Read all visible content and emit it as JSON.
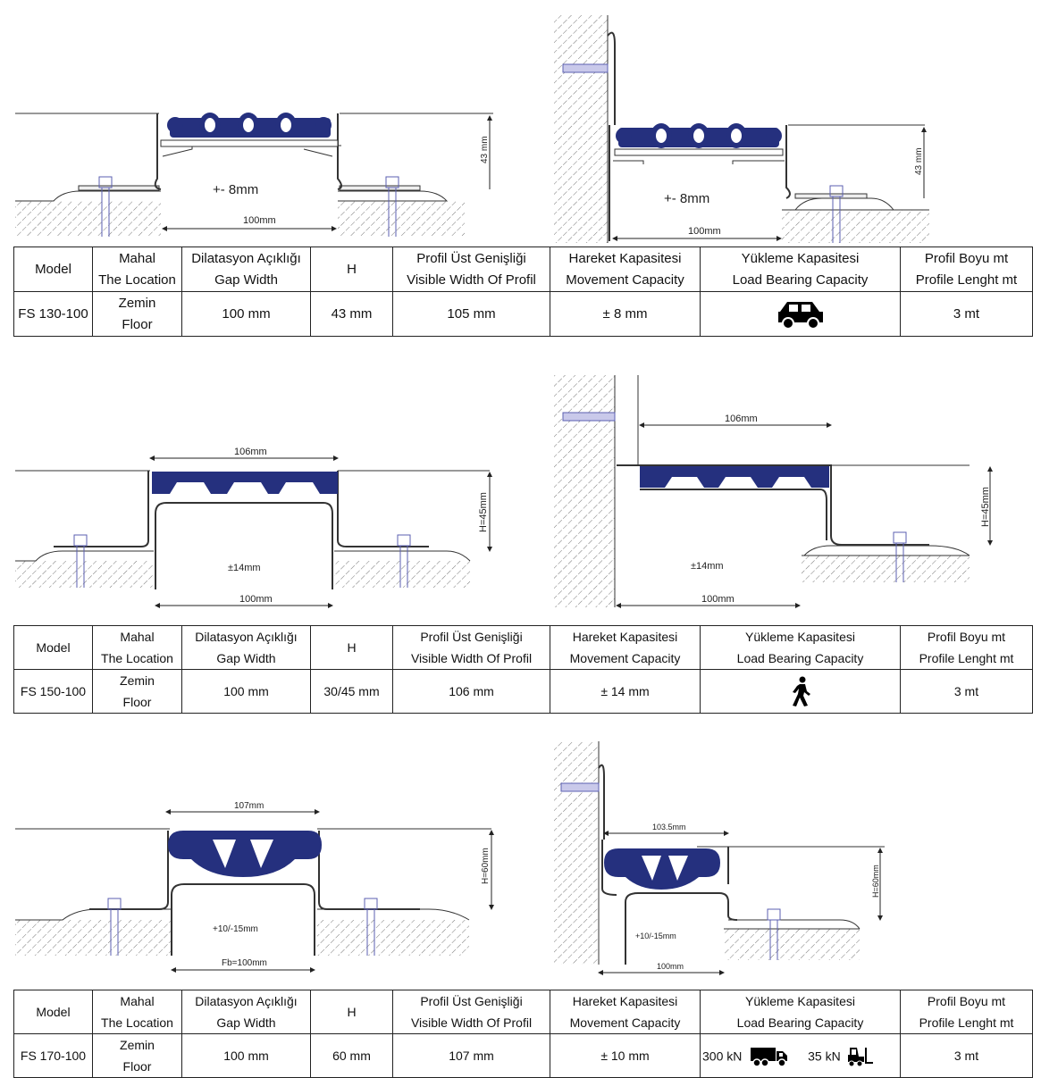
{
  "headers": {
    "model": "Model",
    "location": [
      "Mahal",
      "The Location"
    ],
    "gap": [
      "Dilatasyon Açıklığı",
      "Gap Width"
    ],
    "h": "H",
    "visible": [
      "Profil Üst Genişliği",
      "Visible Width Of Profil"
    ],
    "movement": [
      "Hareket Kapasitesi",
      "Movement Capacity"
    ],
    "load": [
      "Yükleme Kapasitesi",
      "Load Bearing Capacity"
    ],
    "length": [
      "Profil Boyu mt",
      "Profile Lenght mt"
    ]
  },
  "products": [
    {
      "model": "FS 130-100",
      "location": [
        "Zemin",
        "Floor"
      ],
      "gap": "100 mm",
      "h": "43 mm",
      "visible": "105 mm",
      "movement": "± 8 mm",
      "load_icons": [
        "car-icon"
      ],
      "length": "3 mt",
      "drawing_left": {
        "movement": "+- 8mm",
        "gap": "100mm",
        "height": "43 mm"
      },
      "drawing_right": {
        "movement": "+- 8mm",
        "gap": "100mm",
        "height": "43 mm"
      }
    },
    {
      "model": "FS 150-100",
      "location": [
        "Zemin",
        "Floor"
      ],
      "gap": "100 mm",
      "h": "30/45 mm",
      "visible": "106 mm",
      "movement": "± 14 mm",
      "load_icons": [
        "pedestrian-icon"
      ],
      "length": "3 mt",
      "drawing_left": {
        "width": "106mm",
        "height": "H=45mm",
        "movement": "±14mm",
        "gap": "100mm"
      },
      "drawing_right": {
        "width": "106mm",
        "height": "H=45mm",
        "movement": "±14mm",
        "gap": "100mm"
      }
    },
    {
      "model": "FS 170-100",
      "location": [
        "Zemin",
        "Floor"
      ],
      "gap": "100 mm",
      "h": "60 mm",
      "visible": "107 mm",
      "movement": "± 10 mm",
      "load": [
        {
          "value": "300 kN",
          "icon": "truck-icon"
        },
        {
          "value": "35 kN",
          "icon": "forklift-icon"
        }
      ],
      "length": "3 mt",
      "drawing_left": {
        "width": "107mm",
        "height": "H=60mm",
        "movement": "+10/-15mm",
        "gap": "Fb=100mm"
      },
      "drawing_right": {
        "width": "103.5mm",
        "height": "H=60mm",
        "movement": "+10/-15mm",
        "gap": "100mm"
      }
    }
  ],
  "colors": {
    "seal": "#25307e",
    "bolt": "#5b5fb0",
    "line": "#333333"
  }
}
